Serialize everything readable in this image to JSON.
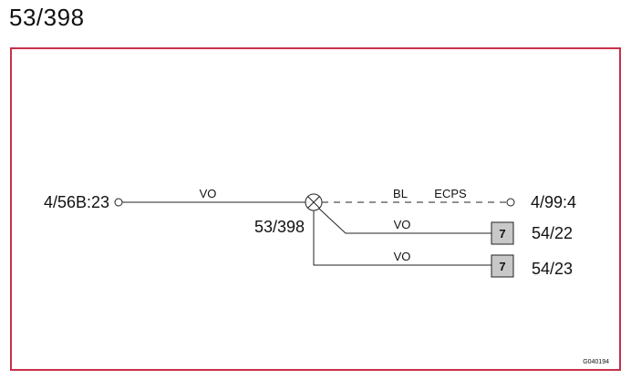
{
  "page": {
    "title": "53/398"
  },
  "colors": {
    "frame": "#c8304a",
    "line": "#222222",
    "connector_fill": "#c8c8c8"
  },
  "diagram": {
    "left_terminal": "4/56B:23",
    "right_terminal": "4/99:4",
    "splice_label": "53/398",
    "wire_main": "VO",
    "wire_dashed_color": "BL",
    "wire_dashed_option": "ECPS",
    "branch_1": {
      "wire": "VO",
      "connector_pin": "7",
      "target": "54/22"
    },
    "branch_2": {
      "wire": "VO",
      "connector_pin": "7",
      "target": "54/23"
    },
    "figure_id": "G040194"
  }
}
